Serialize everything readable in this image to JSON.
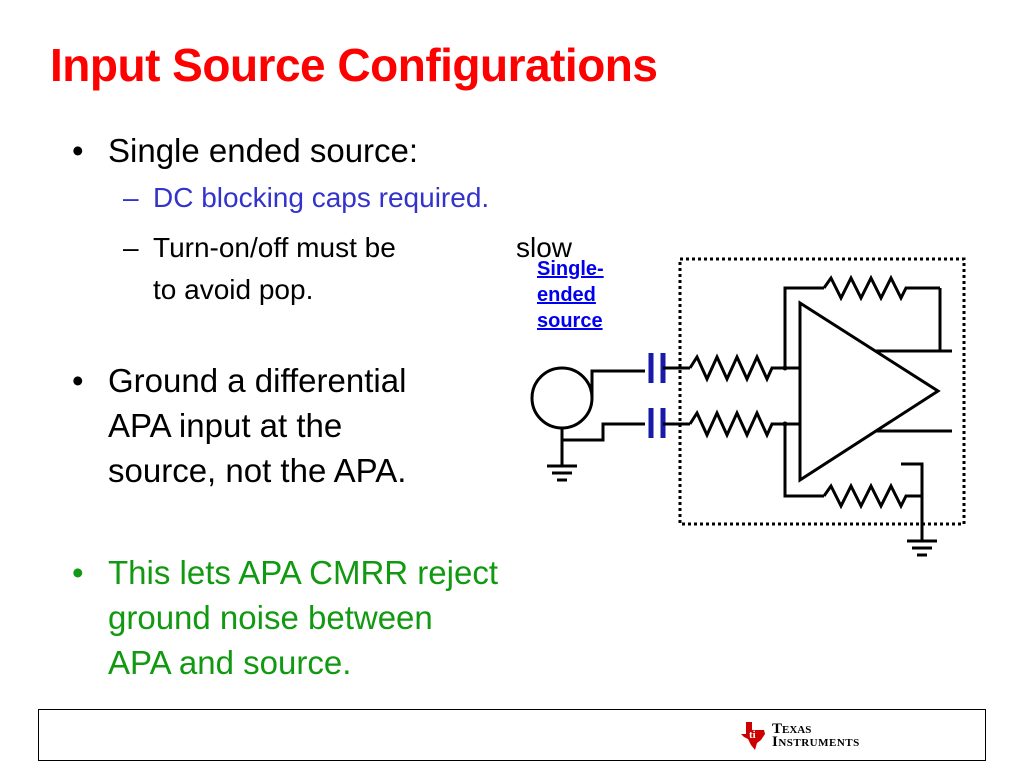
{
  "title": "Input Source Configurations",
  "bullets": [
    {
      "marker": "•",
      "lines": [
        "Single ended source:"
      ],
      "subs": [
        {
          "marker": "–",
          "lines": [
            "DC blocking caps required."
          ]
        },
        {
          "marker": "–",
          "lines": [
            "Turn-on/off must be",
            "slow",
            "to avoid pop."
          ]
        }
      ]
    },
    {
      "marker": "•",
      "lines": [
        "Ground a differential",
        "APA input at the",
        "source, not the APA."
      ]
    },
    {
      "marker": "•",
      "lines": [
        "This lets APA CMRR reject",
        "ground noise between",
        "APA and source."
      ]
    }
  ],
  "diagram": {
    "label_lines": [
      "Single-",
      "ended",
      "source"
    ]
  },
  "footer": {
    "logo_line1": "Texas",
    "logo_line2": "Instruments"
  },
  "colors": {
    "title": "#ff0000",
    "sub_blue": "#3333cc",
    "green": "#119911",
    "capacitor": "#1a1aa8",
    "link_blue": "#0000ee",
    "ti_red": "#cc0000"
  }
}
